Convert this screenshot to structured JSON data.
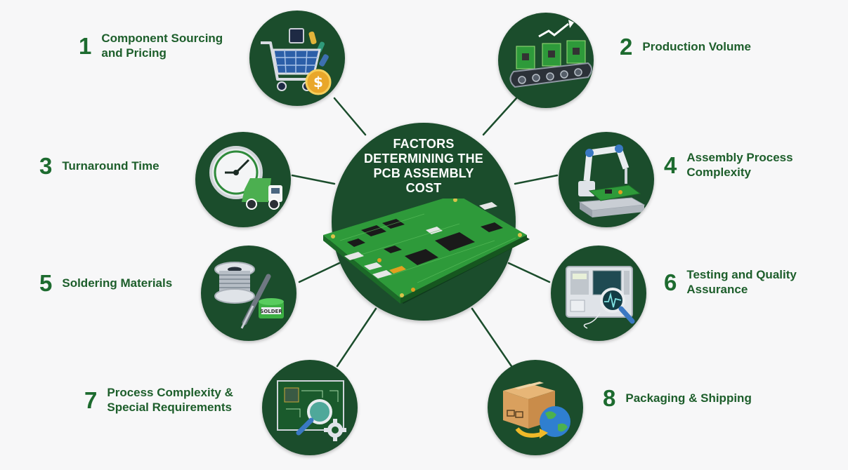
{
  "center": {
    "title_lines": [
      "FACTORS",
      "DETERMINING THE",
      "PCB ASSEMBLY",
      "COST"
    ],
    "icon": "pcb-board-icon"
  },
  "colors": {
    "background": "#f7f7f8",
    "circle_fill": "#1b4d2c",
    "number_green": "#1d6b2f",
    "text_green": "#1d5e2b",
    "connector_line": "#1b4d2c",
    "center_text": "#ffffff"
  },
  "factors": [
    {
      "number": "1",
      "lines": [
        "Component Sourcing",
        "and Pricing"
      ],
      "icon": "shopping-cart-components-icon"
    },
    {
      "number": "2",
      "lines": [
        "Production Volume"
      ],
      "icon": "conveyor-belt-growth-icon"
    },
    {
      "number": "3",
      "lines": [
        "Turnaround Time"
      ],
      "icon": "clock-delivery-truck-icon"
    },
    {
      "number": "4",
      "lines": [
        "Assembly Process",
        "Complexity"
      ],
      "icon": "robotic-arm-assembly-icon"
    },
    {
      "number": "5",
      "lines": [
        "Soldering Materials"
      ],
      "icon": "solder-spool-iron-icon"
    },
    {
      "number": "6",
      "lines": [
        "Testing and Quality",
        "Assurance"
      ],
      "icon": "test-equipment-magnifier-icon"
    },
    {
      "number": "7",
      "lines": [
        "Process Complexity &",
        "Special Requirements"
      ],
      "icon": "pcb-magnifier-gear-icon"
    },
    {
      "number": "8",
      "lines": [
        "Packaging & Shipping"
      ],
      "icon": "package-globe-icon"
    }
  ],
  "icon_labels": {
    "solder_jar": "SOLDER"
  }
}
